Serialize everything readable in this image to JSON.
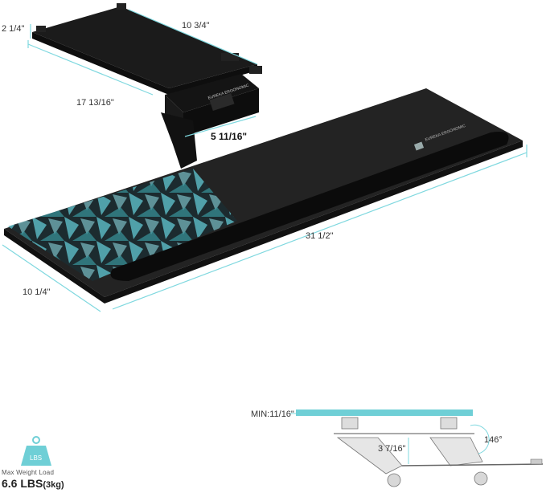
{
  "dimensions": {
    "top_height": "2 1/4\"",
    "top_width": "10 3/4\"",
    "top_length": "17 13/16\"",
    "mount_depth": "5 11/16\"",
    "tray_length": "31 1/2\"",
    "tray_depth": "10 1/4\""
  },
  "brand": {
    "logo_text": "EUREKA ERGONOMIC"
  },
  "side_view": {
    "min_label": "MIN:11/16\"",
    "drop_label": "3 7/16\"",
    "angle_label": "146°"
  },
  "weight": {
    "icon_text": "LBS",
    "caption": "Max Weight Load",
    "value": "6.6 LBS",
    "unit": "(3kg)"
  },
  "colors": {
    "dimension_line": "#7fd8df",
    "tray": "#222222",
    "accent_teal": "#6fcfd6"
  }
}
